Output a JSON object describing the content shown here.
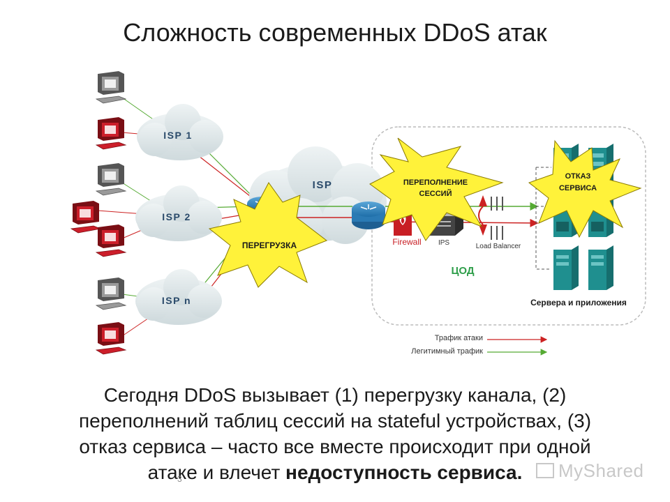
{
  "title": "Сложность современных DDoS атак",
  "isp_clouds": [
    "ISP 1",
    "ISP 2",
    "ISP n",
    "ISP"
  ],
  "bursts": {
    "overload": "ПЕРЕГРУЗКА",
    "session_overflow_1": "ПЕРЕПОЛНЕНИЕ",
    "session_overflow_2": "СЕССИЙ",
    "service_denial_1": "ОТКАЗ",
    "service_denial_2": "СЕРВИСА"
  },
  "devices": {
    "firewall": "Firewall",
    "ips": "IPS",
    "load_balancer": "Load Balancer"
  },
  "datacenter_label": "ЦОД",
  "servers_label": "Сервера и приложения",
  "legend": {
    "attack": "Трафик атаки",
    "legit": "Легитимный трафик"
  },
  "colors": {
    "attack": "#cc2222",
    "legit": "#55aa33",
    "burst": "#fff23a",
    "datacenter_label": "#2e9e4a",
    "server": "#1f8f8f",
    "pc_red": "#cc1e2a",
    "pc_gray": "#9a9a9a"
  },
  "caption": {
    "line1": "Сегодня DDoS вызывает (1) перегрузку канала, (2)",
    "line2": "переполнений таблиц сессий на stateful устройствах, (3)",
    "line3": "отказ сервиса – часто все вместе происходит при одной",
    "line4a": "атаке и влечет ",
    "line4b": "недоступность сервиса."
  },
  "page_number": "3",
  "watermark": "MyShared"
}
